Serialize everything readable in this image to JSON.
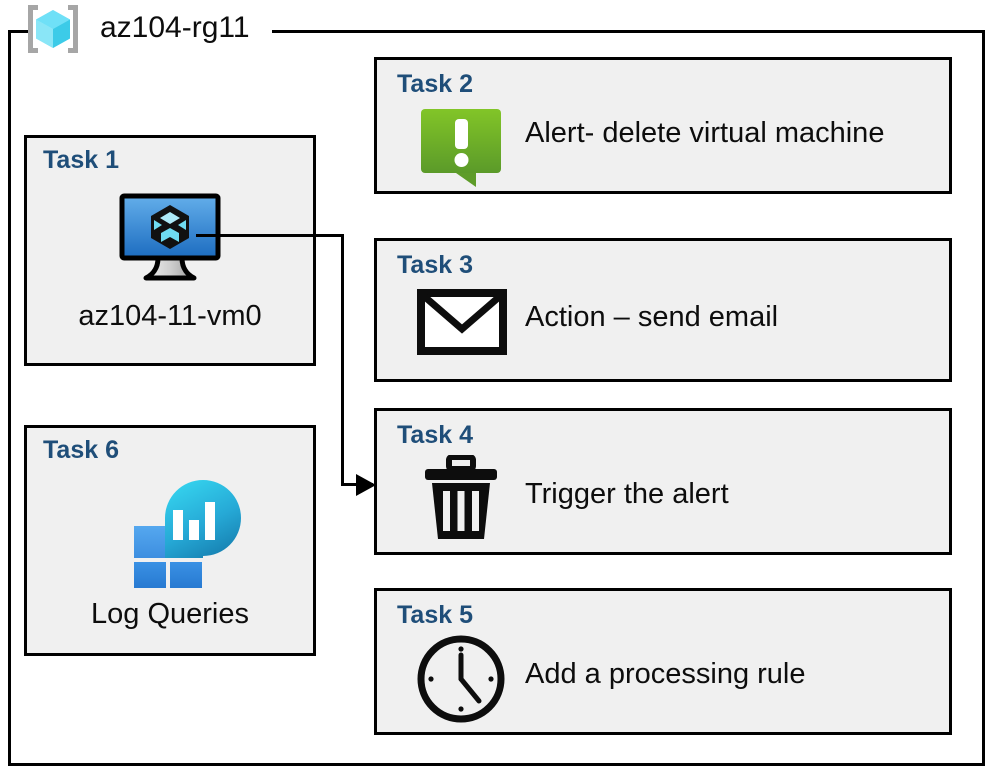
{
  "resource_group": {
    "name": "az104-rg11",
    "icon": "azure-resource-group-icon"
  },
  "tasks": [
    {
      "id": "task1",
      "label": "Task 1",
      "caption": "az104-11-vm0",
      "icon": "virtual-machine-icon",
      "column": "left"
    },
    {
      "id": "task2",
      "label": "Task 2",
      "text": "Alert- delete virtual machine",
      "icon": "alert-bubble-icon",
      "column": "right"
    },
    {
      "id": "task3",
      "label": "Task 3",
      "text": "Action – send email",
      "icon": "envelope-icon",
      "column": "right"
    },
    {
      "id": "task4",
      "label": "Task 4",
      "text": "Trigger the alert",
      "icon": "trash-icon",
      "column": "right"
    },
    {
      "id": "task5",
      "label": "Task 5",
      "text": "Add a processing rule",
      "icon": "clock-icon",
      "column": "right"
    },
    {
      "id": "task6",
      "label": "Task 6",
      "caption": "Log Queries",
      "icon": "log-analytics-icon",
      "column": "left"
    }
  ],
  "connector": {
    "from": "task1",
    "to": "task4",
    "arrow": "arrowhead-right-icon"
  },
  "colors": {
    "card_background": "#f0f0f0",
    "card_border": "#000000",
    "task_label": "#1f4e79",
    "body_text": "#0d0d0d",
    "alert_green_light": "#76bc21",
    "alert_green_dark": "#5f9e2a",
    "vm_blue_light": "#5ba9e8",
    "vm_blue_dark": "#1e6fc4",
    "cube_cyan": "#79e2f2",
    "rg_bracket_gray": "#a6a6a6",
    "log_square_blue": "#3f9be8",
    "log_square_blue_dark": "#2b7cd3",
    "log_teardrop_cyan": "#2fc9e8",
    "log_teardrop_teal": "#1b86b8"
  }
}
